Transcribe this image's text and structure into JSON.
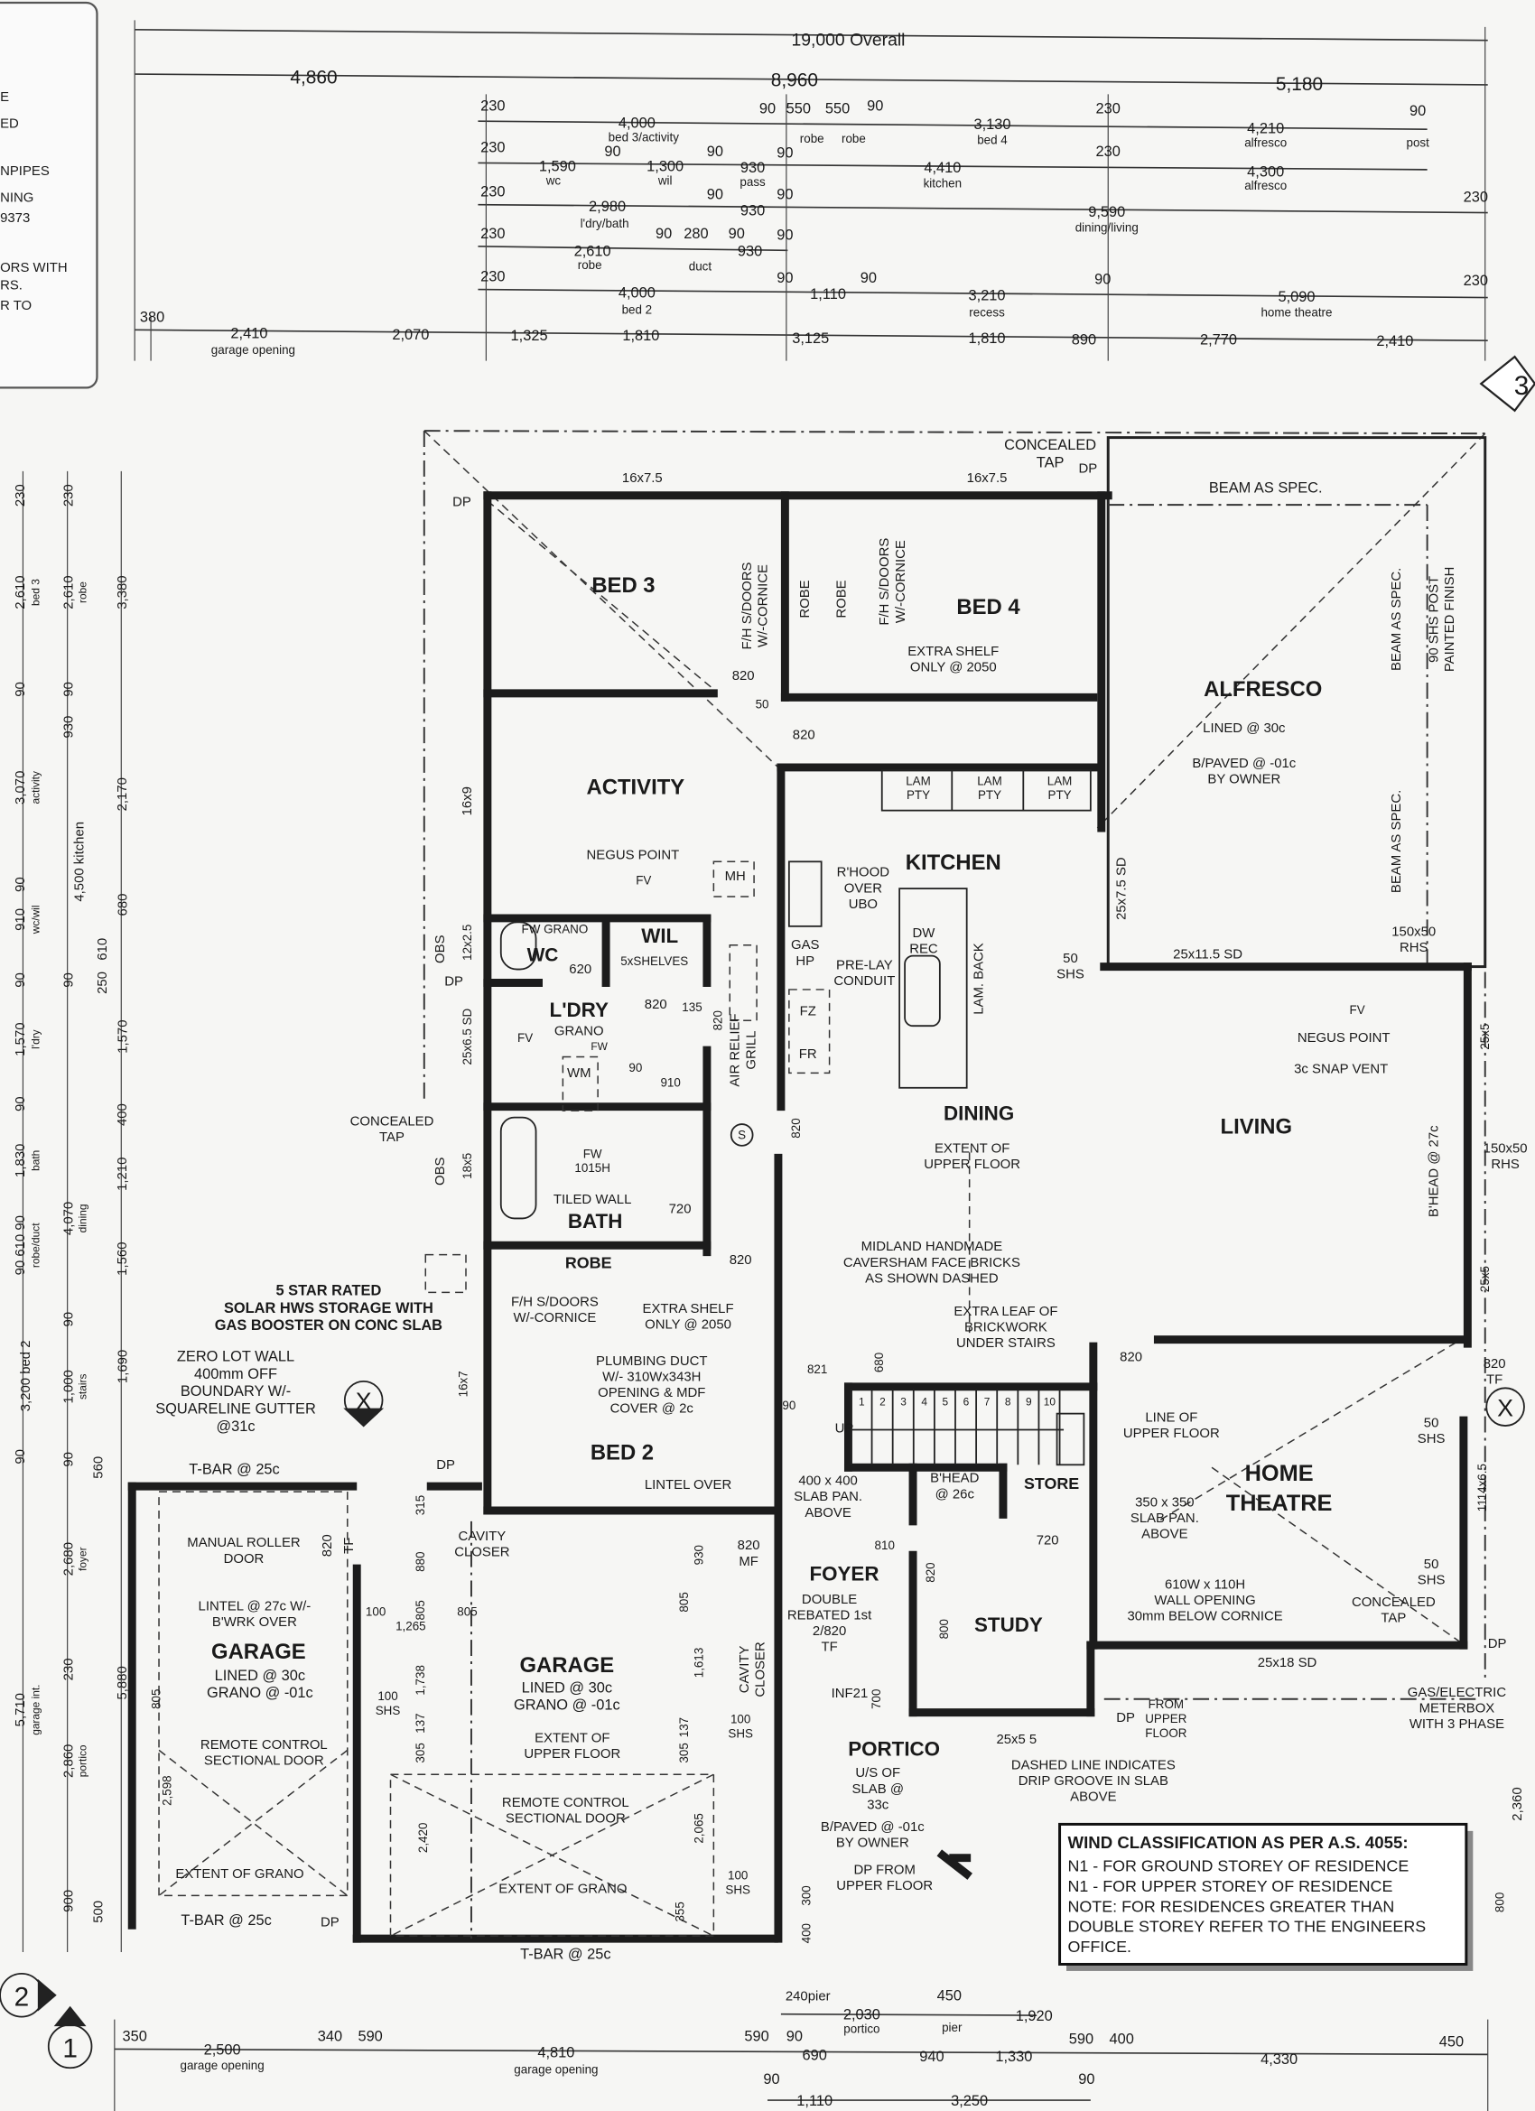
{
  "legend_fragments": [
    "E",
    "ED",
    "NPIPES",
    "NING",
    "9373",
    "ORS WITH",
    "RS.",
    "R TO"
  ],
  "dimensions": {
    "top": [
      "19,000 Overall",
      "4,860",
      "8,960",
      "5,180",
      "230",
      "4,000",
      "bed 3/activity",
      "90",
      "550",
      "550",
      "90",
      "robe",
      "robe",
      "3,130",
      "bed 4",
      "230",
      "4,210",
      "alfresco",
      "90",
      "post",
      "230",
      "1,590",
      "wc",
      "90",
      "1,300",
      "wil",
      "90",
      "930",
      "pass",
      "90",
      "4,410",
      "kitchen",
      "230",
      "4,300",
      "alfresco",
      "230",
      "2,980",
      "l'dry/bath",
      "90",
      "930",
      "90",
      "9,590",
      "dining/living",
      "230",
      "230",
      "2,610",
      "robe",
      "90",
      "280",
      "90",
      "930",
      "duct",
      "90",
      "230",
      "4,000",
      "bed 2",
      "90",
      "1,110",
      "90",
      "3,210",
      "recess",
      "90",
      "5,090",
      "home theatre",
      "230",
      "380",
      "2,410",
      "garage opening",
      "2,070",
      "1,325",
      "1,810",
      "3,125",
      "1,810",
      "890",
      "2,770",
      "2,410"
    ],
    "left": [
      "230",
      "2,610",
      "bed 3",
      "90",
      "3,070",
      "activity",
      "90",
      "910",
      "wc/wil",
      "90",
      "1,570",
      "l'dry",
      "90",
      "1,830",
      "bath",
      "90 610 90",
      "robe/duct",
      "3,200 bed 2",
      "90",
      "5,710",
      "garage int.",
      "230",
      "2,610",
      "robe",
      "90",
      "930",
      "4,500 kitchen",
      "90",
      "4,070",
      "dining",
      "90",
      "1,000",
      "stairs",
      "90",
      "2,680",
      "foyer",
      "230",
      "2,860",
      "portico",
      "900",
      "3,380",
      "2,170",
      "680",
      "610",
      "250",
      "1,570",
      "400",
      "1,210",
      "1,560",
      "1,690",
      "560",
      "5,880",
      "500"
    ],
    "bottom": [
      "240pier",
      "2,030",
      "portico",
      "450",
      "pier",
      "1,920",
      "350",
      "2,500",
      "garage opening",
      "340",
      "590",
      "4,810",
      "garage opening",
      "590",
      "90",
      "690",
      "940",
      "1,330",
      "590",
      "400",
      "4,330",
      "450",
      "90",
      "1,110",
      "3,250",
      "90"
    ]
  },
  "rooms": [
    "BED 3",
    "BED 4",
    "ALFRESCO",
    "ACTIVITY",
    "KITCHEN",
    "WIL",
    "WC",
    "L'DRY",
    "BATH",
    "DINING",
    "LIVING",
    "BED 2",
    "GARAGE",
    "GARAGE",
    "FOYER",
    "STUDY",
    "PORTICO",
    "HOME",
    "THEATRE",
    "STORE",
    "ROBE"
  ],
  "notes": [
    [
      "16x7.5"
    ],
    [
      "16x7.5"
    ],
    [
      "CONCEALED",
      "TAP"
    ],
    [
      "DP"
    ],
    [
      "DP"
    ],
    [
      "BEAM AS SPEC."
    ],
    [
      "F/H S/DOORS",
      "W/-CORNICE"
    ],
    [
      "ROBE"
    ],
    [
      "ROBE"
    ],
    [
      "F/H S/DOORS",
      "W/-CORNICE"
    ],
    [
      "EXTRA SHELF",
      "ONLY @ 2050"
    ],
    [
      "820"
    ],
    [
      "820"
    ],
    [
      "50"
    ],
    [
      "LINED @ 30c"
    ],
    [
      "B/PAVED @ -01c",
      "BY OWNER"
    ],
    [
      "BEAM AS SPEC."
    ],
    [
      "BEAM AS SPEC."
    ],
    [
      "90 SHS POST",
      "PAINTED FINISH"
    ],
    [
      "LAM",
      "PTY"
    ],
    [
      "LAM",
      "PTY"
    ],
    [
      "LAM",
      "PTY"
    ],
    [
      "NEGUS POINT"
    ],
    [
      "FV"
    ],
    [
      "MH"
    ],
    [
      "16x9"
    ],
    [
      "R'HOOD",
      "OVER",
      "UBO"
    ],
    [
      "FW GRANO"
    ],
    [
      "5xSHELVES"
    ],
    [
      "620"
    ],
    [
      "GAS",
      "HP"
    ],
    [
      "PRE-LAY",
      "CONDUIT"
    ],
    [
      "DW",
      "REC"
    ],
    [
      "LAM. BACK"
    ],
    [
      "FZ"
    ],
    [
      "FR"
    ],
    [
      "25x7.5 SD"
    ],
    [
      "50",
      "SHS"
    ],
    [
      "25x11.5  SD"
    ],
    [
      "150x50",
      "RHS"
    ],
    [
      "OBS"
    ],
    [
      "12x2.5"
    ],
    [
      "DP"
    ],
    [
      "25x6.5  SD"
    ],
    [
      "820"
    ],
    [
      "135"
    ],
    [
      "820"
    ],
    [
      "GRANO"
    ],
    [
      "FW"
    ],
    [
      "WM"
    ],
    [
      "FV"
    ],
    [
      "90"
    ],
    [
      "910"
    ],
    [
      "AIR RELIEF",
      "GRILL"
    ],
    [
      "FV"
    ],
    [
      "NEGUS POINT"
    ],
    [
      "3c SNAP VENT"
    ],
    [
      "CONCEALED",
      "TAP"
    ],
    [
      "OBS"
    ],
    [
      "18x5"
    ],
    [
      "FW",
      "1015H"
    ],
    [
      "TILED WALL"
    ],
    [
      "720"
    ],
    [
      "S"
    ],
    [
      "820"
    ],
    [
      "EXTENT OF",
      "UPPER FLOOR"
    ],
    [
      "B'HEAD @ 27c"
    ],
    [
      "150x50",
      "RHS"
    ],
    [
      "25x5"
    ],
    [
      "25x5"
    ],
    [
      "5 STAR RATED",
      "SOLAR HWS STORAGE WITH",
      "GAS BOOSTER ON CONC SLAB"
    ],
    [
      "ZERO LOT WALL",
      "400mm OFF",
      "BOUNDARY W/-",
      "SQUARELINE GUTTER",
      "@31c"
    ],
    [
      "F/H S/DOORS",
      "W/-CORNICE"
    ],
    [
      "EXTRA SHELF",
      "ONLY @ 2050"
    ],
    [
      "PLUMBING DUCT",
      "W/- 310Wx343H",
      "OPENING & MDF",
      "COVER @ 2c"
    ],
    [
      "820"
    ],
    [
      "16x7"
    ],
    [
      "LINTEL OVER"
    ],
    [
      "MIDLAND HANDMADE",
      "CAVERSHAM FACE BRICKS",
      "AS SHOWN DASHED"
    ],
    [
      "EXTRA LEAF OF",
      "BRICKWORK",
      "UNDER STAIRS"
    ],
    [
      "820"
    ],
    [
      "821"
    ],
    [
      "680"
    ],
    [
      "LINE OF",
      "UPPER FLOOR"
    ],
    [
      "UP"
    ],
    [
      "90"
    ],
    [
      "400 x 400",
      "SLAB PAN.",
      "ABOVE"
    ],
    [
      "B'HEAD",
      "@ 26c"
    ],
    [
      "350 x 350",
      "SLAB PAN.",
      "ABOVE"
    ],
    [
      "720"
    ],
    [
      "810"
    ],
    [
      "820"
    ],
    [
      "DOUBLE",
      "REBATED 1st",
      "2/820",
      "TF"
    ],
    [
      "INF21"
    ],
    [
      "700"
    ],
    [
      "800"
    ],
    [
      "610W x 110H",
      "WALL OPENING",
      "30mm BELOW CORNICE"
    ],
    [
      "50",
      "SHS"
    ],
    [
      "50",
      "SHS"
    ],
    [
      "CONCEALED",
      "TAP"
    ],
    [
      "1114x6.5"
    ],
    [
      "820",
      "TF"
    ],
    [
      "DP"
    ],
    [
      "25x18  SD"
    ],
    [
      "GAS/ELECTRIC",
      "METERBOX",
      "WITH 3 PHASE"
    ],
    [
      "25x5 5"
    ],
    [
      "DP"
    ],
    [
      "FROM",
      "UPPER",
      "FLOOR"
    ],
    [
      "DASHED LINE INDICATES",
      "DRIP GROOVE IN SLAB",
      "ABOVE"
    ],
    [
      "U/S OF",
      "SLAB @",
      "33c"
    ],
    [
      "B/PAVED @ -01c",
      "BY OWNER"
    ],
    [
      "DP FROM",
      "UPPER FLOOR"
    ],
    [
      "T-BAR @ 25c"
    ],
    [
      "DP"
    ],
    [
      "MANUAL ROLLER",
      "DOOR"
    ],
    [
      "820"
    ],
    [
      "TF"
    ],
    [
      "LINTEL @ 27c W/-",
      "B'WRK OVER"
    ],
    [
      "LINED @ 30c",
      "GRANO @ -01c"
    ],
    [
      "REMOTE CONTROL",
      "SECTIONAL DOOR"
    ],
    [
      "EXTENT OF GRANO"
    ],
    [
      "T-BAR @ 25c"
    ],
    [
      "DP"
    ],
    [
      "CAVITY",
      "CLOSER"
    ],
    [
      "315"
    ],
    [
      "880"
    ],
    [
      "805"
    ],
    [
      "100"
    ],
    [
      "1,265"
    ],
    [
      "805"
    ],
    [
      "1,738"
    ],
    [
      "100",
      "SHS"
    ],
    [
      "137"
    ],
    [
      "305"
    ],
    [
      "2,420"
    ],
    [
      "LINED @ 30c",
      "GRANO @ -01c"
    ],
    [
      "EXTENT OF",
      "UPPER FLOOR"
    ],
    [
      "REMOTE CONTROL",
      "SECTIONAL DOOR"
    ],
    [
      "EXTENT OF GRANO"
    ],
    [
      "T-BAR @ 25c"
    ],
    [
      "820",
      "MF"
    ],
    [
      "930"
    ],
    [
      "805"
    ],
    [
      "1,613"
    ],
    [
      "CAVITY",
      "CLOSER"
    ],
    [
      "137"
    ],
    [
      "100",
      "SHS"
    ],
    [
      "305"
    ],
    [
      "2,065"
    ],
    [
      "100",
      "SHS"
    ],
    [
      "355"
    ],
    [
      "805"
    ],
    [
      "2,598"
    ],
    [
      "300"
    ],
    [
      "400"
    ],
    [
      "2,360"
    ],
    [
      "800"
    ]
  ],
  "stair_steps": [
    "1",
    "2",
    "3",
    "4",
    "5",
    "6",
    "7",
    "8",
    "9",
    "10"
  ],
  "section_markers": [
    "2",
    "1",
    "3",
    "X",
    "X"
  ],
  "wind_box": {
    "title": "WIND CLASSIFICATION AS PER A.S. 4055:",
    "lines": [
      "N1 - FOR GROUND STOREY OF RESIDENCE",
      "N1 - FOR UPPER STOREY OF RESIDENCE",
      "NOTE: FOR RESIDENCES GREATER THAN",
      "DOUBLE STOREY REFER TO THE ENGINEERS",
      "OFFICE."
    ]
  }
}
